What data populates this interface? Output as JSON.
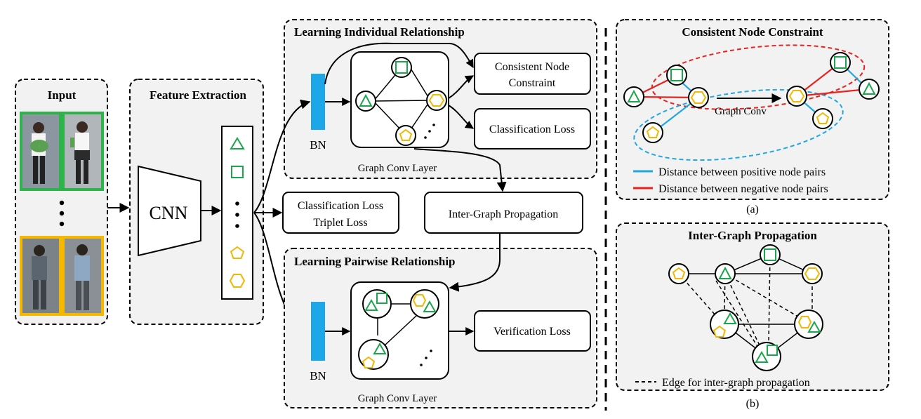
{
  "input": {
    "title": "Input",
    "dots": "•"
  },
  "feature_extraction": {
    "title": "Feature Extraction",
    "cnn_label": "CNN"
  },
  "individual": {
    "title": "Learning Individual Relationship",
    "bn_label": "BN",
    "layer_label": "Graph Conv Layer",
    "out_consistent_line1": "Consistent Node",
    "out_consistent_line2": "Constraint",
    "out_classification": "Classification Loss"
  },
  "global_losses": {
    "line1": "Classification Loss",
    "line2": "Triplet Loss"
  },
  "inter_graph": {
    "label": "Inter-Graph Propagation"
  },
  "pairwise": {
    "title": "Learning Pairwise Relationship",
    "bn_label": "BN",
    "layer_label": "Graph Conv Layer",
    "out_verification": "Verification Loss"
  },
  "panel_a": {
    "title": "Consistent Node Constraint",
    "graph_conv_label": "Graph Conv",
    "legend_positive": "Distance between positive node pairs",
    "legend_negative": "Distance between negative node pairs",
    "caption": "(a)"
  },
  "panel_b": {
    "title": "Inter-Graph Propagation",
    "legend_edge": "Edge for inter-graph propagation",
    "caption": "(b)"
  },
  "colors": {
    "green": "#1aa64a",
    "yellow": "#f2b705",
    "bn_blue": "#1ea7e8",
    "red": "#e8231f",
    "cyan": "#22a7dd",
    "panel_bg": "#f2f2f2",
    "frame_green": "#2db34a",
    "frame_yellow": "#f5b800"
  }
}
